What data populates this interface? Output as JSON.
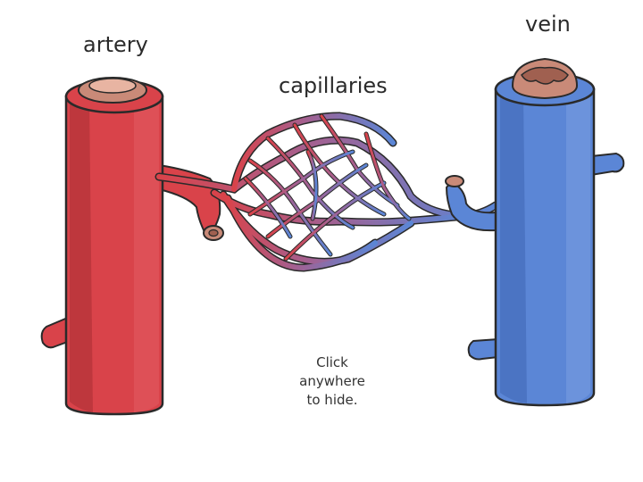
{
  "labels": {
    "artery": "artery",
    "vein": "vein",
    "capillaries": "capillaries"
  },
  "hint": "Click\nanywhere\nto hide.",
  "colors": {
    "artery": "#d9434a",
    "artery_shadow": "#a82d33",
    "vein": "#5b86d6",
    "vein_shadow": "#3b62b0",
    "lumen": "#c98a78",
    "outline": "#2a2a2a"
  },
  "icons": {
    "artery-vessel": "red-blood-vessel",
    "vein-vessel": "blue-blood-vessel",
    "capillary-network": "vessel-mesh"
  }
}
